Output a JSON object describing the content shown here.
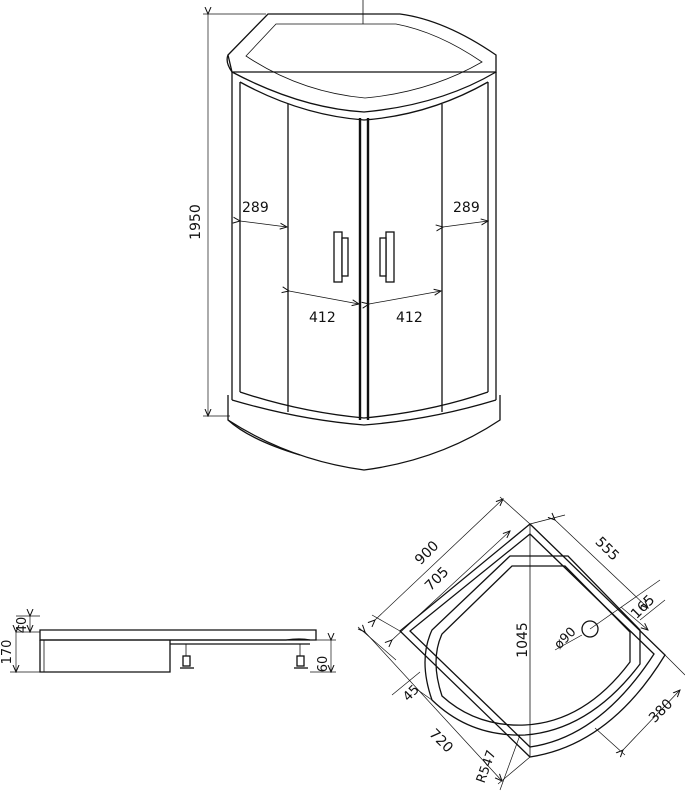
{
  "front_view": {
    "height": "1950",
    "side_left": "289",
    "side_right": "289",
    "door_left": "412",
    "door_right": "412"
  },
  "side_view": {
    "top_40": "40",
    "total_170": "170",
    "leg_60": "60"
  },
  "plan_view": {
    "outer_900": "900",
    "inner_705": "705",
    "side_555": "555",
    "offset_165": "165",
    "drain": "ø90",
    "diag_1045": "1045",
    "inset_45": "45",
    "depth_380": "380",
    "width_720": "720",
    "radius": "R547"
  }
}
